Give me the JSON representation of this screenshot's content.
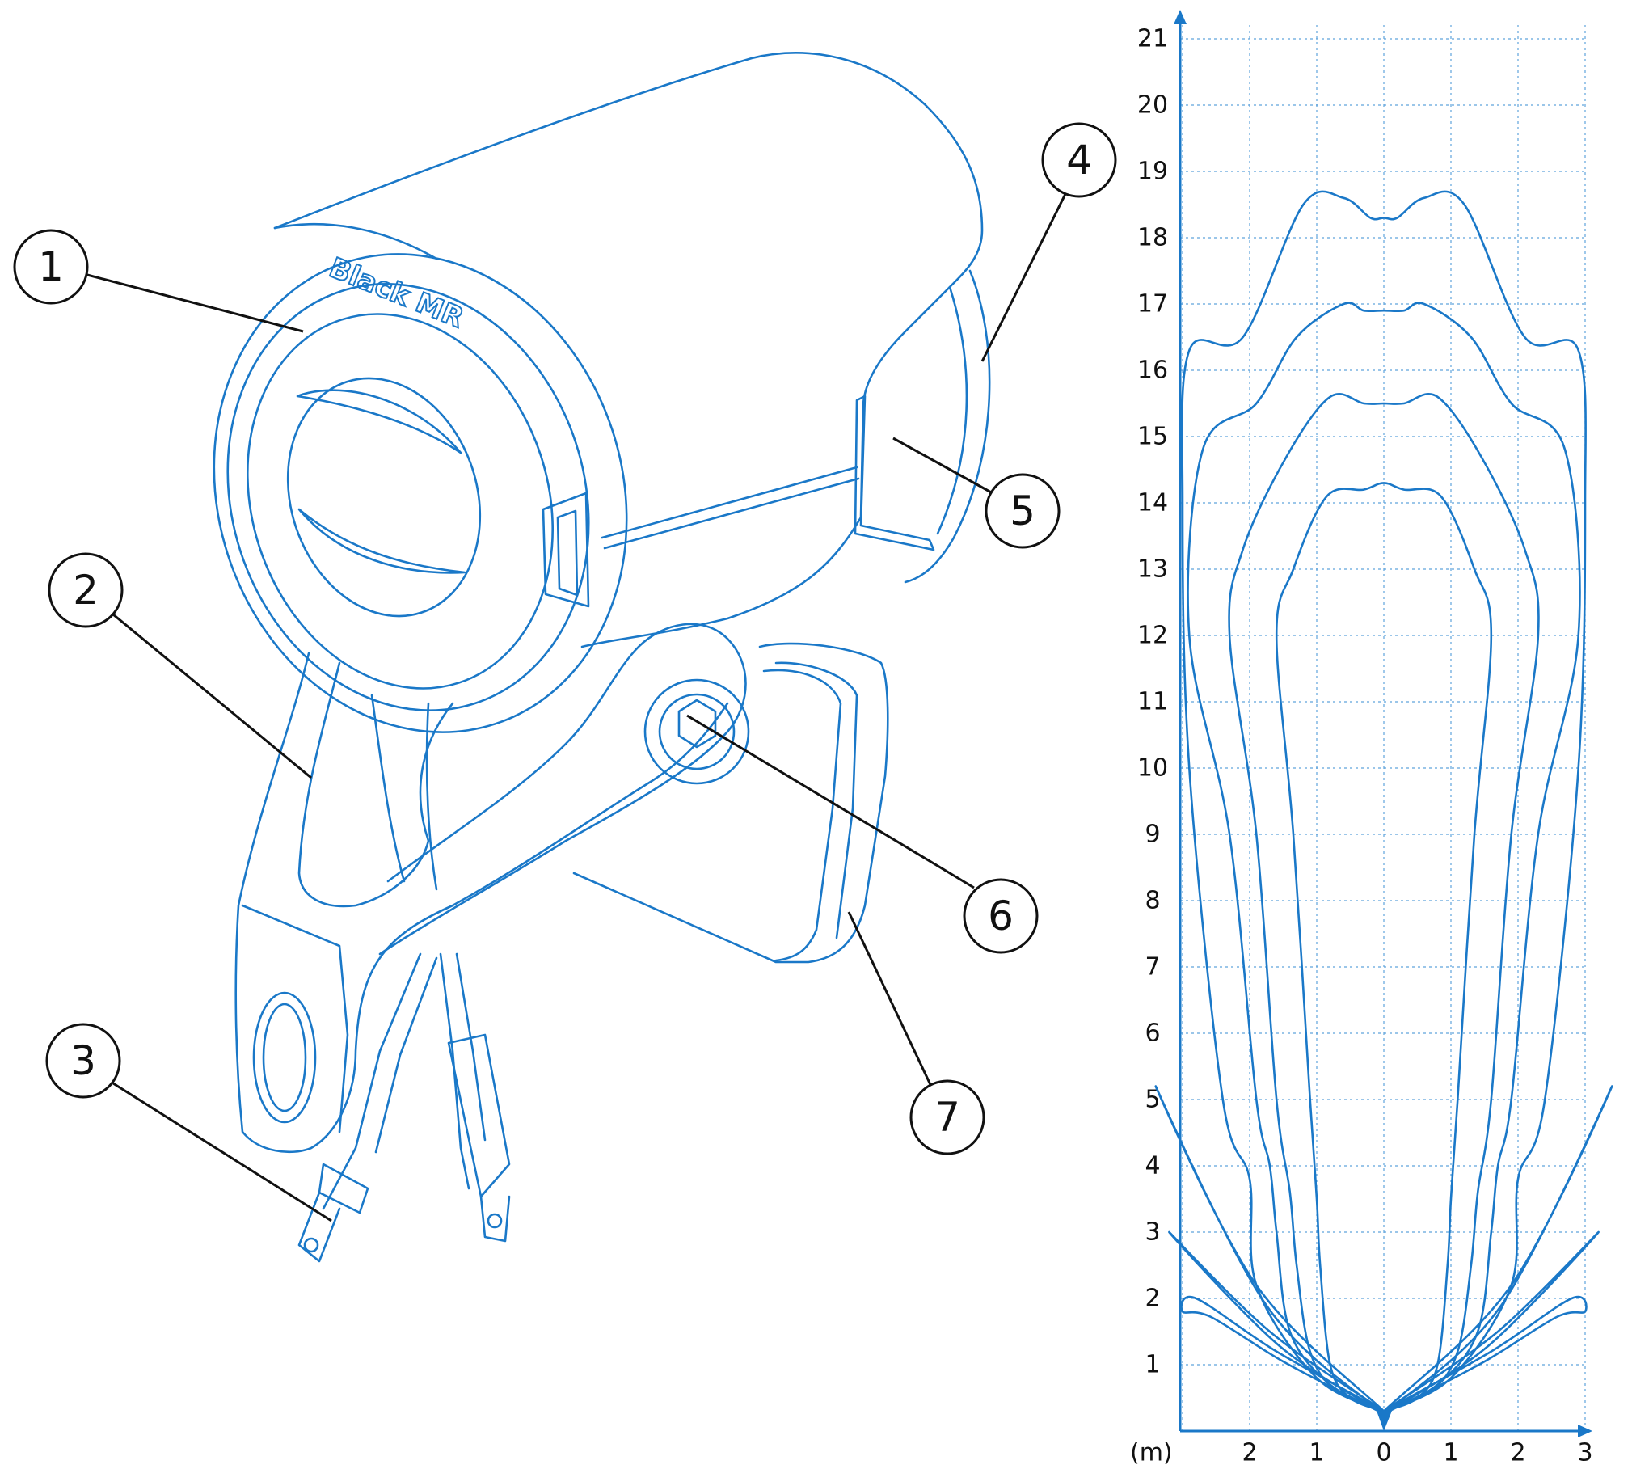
{
  "brand": {
    "label": "Black MR"
  },
  "callouts": [
    {
      "number": "1"
    },
    {
      "number": "2"
    },
    {
      "number": "3"
    },
    {
      "number": "4"
    },
    {
      "number": "5"
    },
    {
      "number": "6"
    },
    {
      "number": "7"
    }
  ],
  "colors": {
    "line_art": "#1a78c8",
    "grid": "#5fa3dc",
    "callout": "#111111"
  },
  "chart_data": {
    "type": "line",
    "unit_label": "(m)",
    "y_ticks": [
      "1",
      "2",
      "3",
      "4",
      "5",
      "6",
      "7",
      "8",
      "9",
      "10",
      "11",
      "12",
      "13",
      "14",
      "15",
      "16",
      "17",
      "18",
      "19",
      "20",
      "21"
    ],
    "x_ticks": [
      "2",
      "1",
      "0",
      "1",
      "2",
      "3"
    ],
    "ylim": [
      0,
      21.5
    ],
    "xlim": [
      -3,
      3
    ],
    "grid": true,
    "series": [
      {
        "values": [
          [
            0,
            0.3
          ],
          [
            0.5,
            0.5
          ],
          [
            0.8,
            1.0
          ],
          [
            0.95,
            2.5
          ],
          [
            1.0,
            3.5
          ],
          [
            1.1,
            5
          ],
          [
            1.35,
            9
          ],
          [
            1.6,
            12
          ],
          [
            1.35,
            13
          ],
          [
            0.85,
            14.1
          ],
          [
            0.3,
            14.2
          ],
          [
            0,
            14.3
          ]
        ]
      },
      {
        "values": [
          [
            0,
            0.3
          ],
          [
            0.7,
            0.6
          ],
          [
            1.1,
            1.2
          ],
          [
            1.3,
            2.5
          ],
          [
            1.4,
            3.6
          ],
          [
            1.6,
            5
          ],
          [
            1.9,
            9
          ],
          [
            2.3,
            12
          ],
          [
            2.1,
            13.3
          ],
          [
            1.45,
            14.7
          ],
          [
            0.8,
            15.6
          ],
          [
            0.3,
            15.5
          ],
          [
            0,
            15.5
          ]
        ]
      },
      {
        "values": [
          [
            0,
            0.3
          ],
          [
            0.8,
            0.7
          ],
          [
            1.4,
            1.5
          ],
          [
            1.6,
            3
          ],
          [
            1.7,
            4
          ],
          [
            1.9,
            5
          ],
          [
            2.3,
            9
          ],
          [
            2.9,
            12
          ],
          [
            2.7,
            14.8
          ],
          [
            1.9,
            15.5
          ],
          [
            1.3,
            16.5
          ],
          [
            0.6,
            17.0
          ],
          [
            0.3,
            16.9
          ],
          [
            0,
            16.9
          ]
        ]
      },
      {
        "values": [
          [
            0,
            0.3
          ],
          [
            1.0,
            0.8
          ],
          [
            1.9,
            2.2
          ],
          [
            2.0,
            3.8
          ],
          [
            2.4,
            5
          ],
          [
            2.9,
            10
          ],
          [
            3.0,
            14
          ],
          [
            2.9,
            16.3
          ],
          [
            2.1,
            16.5
          ],
          [
            1.2,
            18.5
          ],
          [
            0.6,
            18.6
          ],
          [
            0.2,
            18.3
          ],
          [
            0,
            18.3
          ]
        ]
      }
    ],
    "side_lobes": [
      {
        "values": [
          [
            0,
            0.3
          ],
          [
            -1.6,
            1.2
          ],
          [
            -2.8,
            2.0
          ],
          [
            -3.0,
            1.8
          ]
        ]
      },
      {
        "values": [
          [
            0,
            0.3
          ],
          [
            -1.7,
            1.5
          ],
          [
            -3.2,
            3.0
          ]
        ]
      },
      {
        "values": [
          [
            0,
            0.3
          ],
          [
            -1.9,
            2.2
          ],
          [
            -3.4,
            5.2
          ]
        ]
      }
    ]
  }
}
